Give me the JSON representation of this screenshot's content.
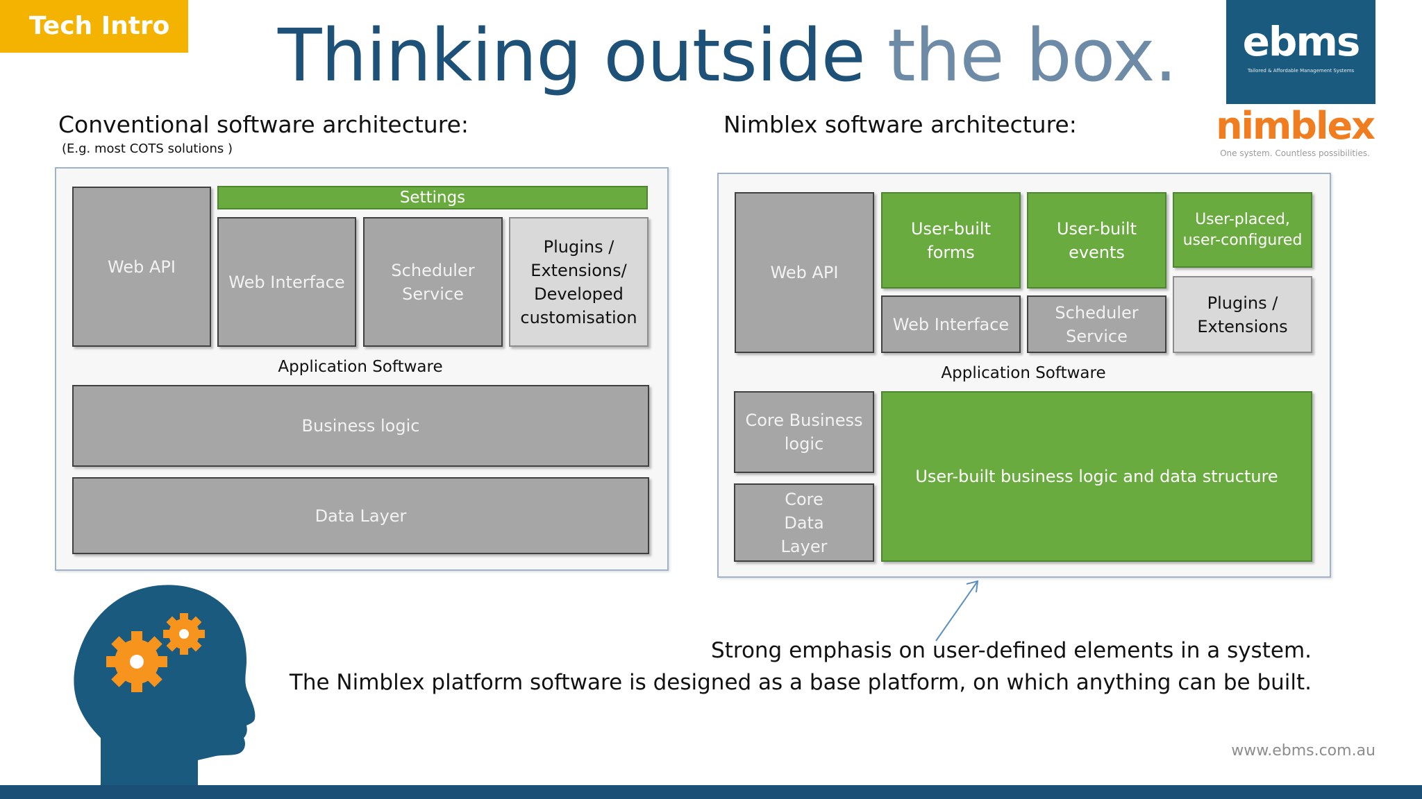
{
  "tag": "Tech Intro",
  "title": {
    "part1": "Thinking outside ",
    "part2": "the box."
  },
  "logos": {
    "ebms": "ebms",
    "ebms_tagline": "Tailored & Affordable Management Systems",
    "nimblex": "nimblex",
    "nimblex_tagline": "One system. Countless possibilities."
  },
  "conventional": {
    "heading": "Conventional software architecture:",
    "subheading": "(E.g. most COTS solutions )",
    "settings": "Settings",
    "web_api": "Web API",
    "web_interface": "Web Interface",
    "scheduler": "Scheduler Service",
    "plugins": "Plugins / Extensions/ Developed customisation",
    "app_software": "Application Software",
    "business_logic": "Business logic",
    "data_layer": "Data Layer"
  },
  "nimblex": {
    "heading": "Nimblex software architecture:",
    "web_api": "Web API",
    "user_forms": "User-built forms",
    "user_events": "User-built events",
    "user_placed": "User-placed, user-configured",
    "web_interface": "Web Interface",
    "scheduler": "Scheduler Service",
    "plugins": "Plugins / Extensions",
    "app_software": "Application Software",
    "core_business": "Core Business logic",
    "core_data": "Core Data Layer",
    "user_business": "User-built business logic and data structure"
  },
  "notes": {
    "line1": "Strong emphasis on user-defined elements in a system.",
    "line2": "The Nimblex platform software is designed as a base platform, on which anything can be built."
  },
  "url": "www.ebms.com.au",
  "colors": {
    "accent_yellow": "#f5b301",
    "navy": "#1b5a7f",
    "green": "#6aab3f",
    "gray": "#a6a6a6",
    "orange": "#f07d1f"
  }
}
